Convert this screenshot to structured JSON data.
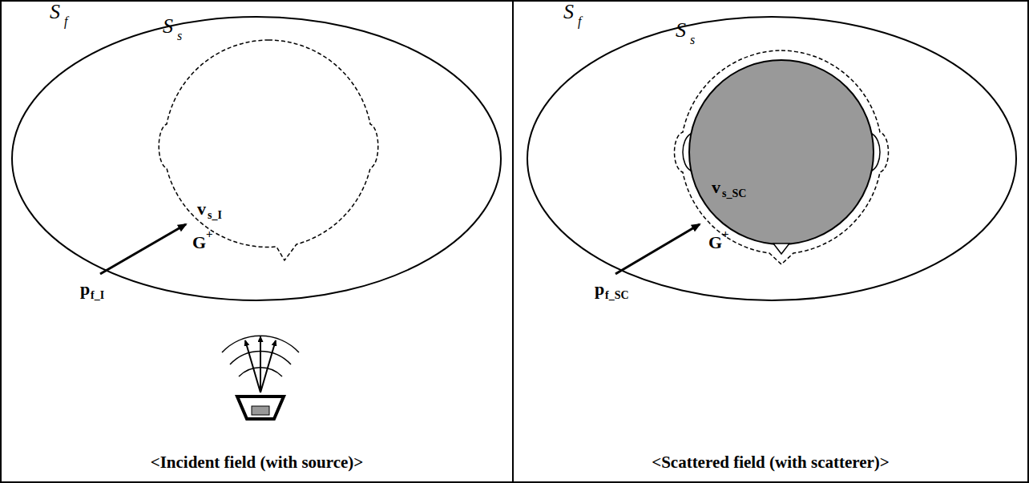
{
  "diagram": {
    "nodes": [
      {
        "text": [
          "<Incident field (with source)>"
        ]
      },
      {
        "text": [
          "<Scattered field (with scatterer)>"
        ]
      }
    ],
    "labels": [
      "S",
      "f",
      "S",
      "s",
      "v",
      "s_I",
      "G",
      "+",
      "p",
      "f_I",
      "S",
      "f",
      "S",
      "s",
      "v",
      "s_SC",
      "G",
      "+",
      "p",
      "f_SC"
    ]
  }
}
